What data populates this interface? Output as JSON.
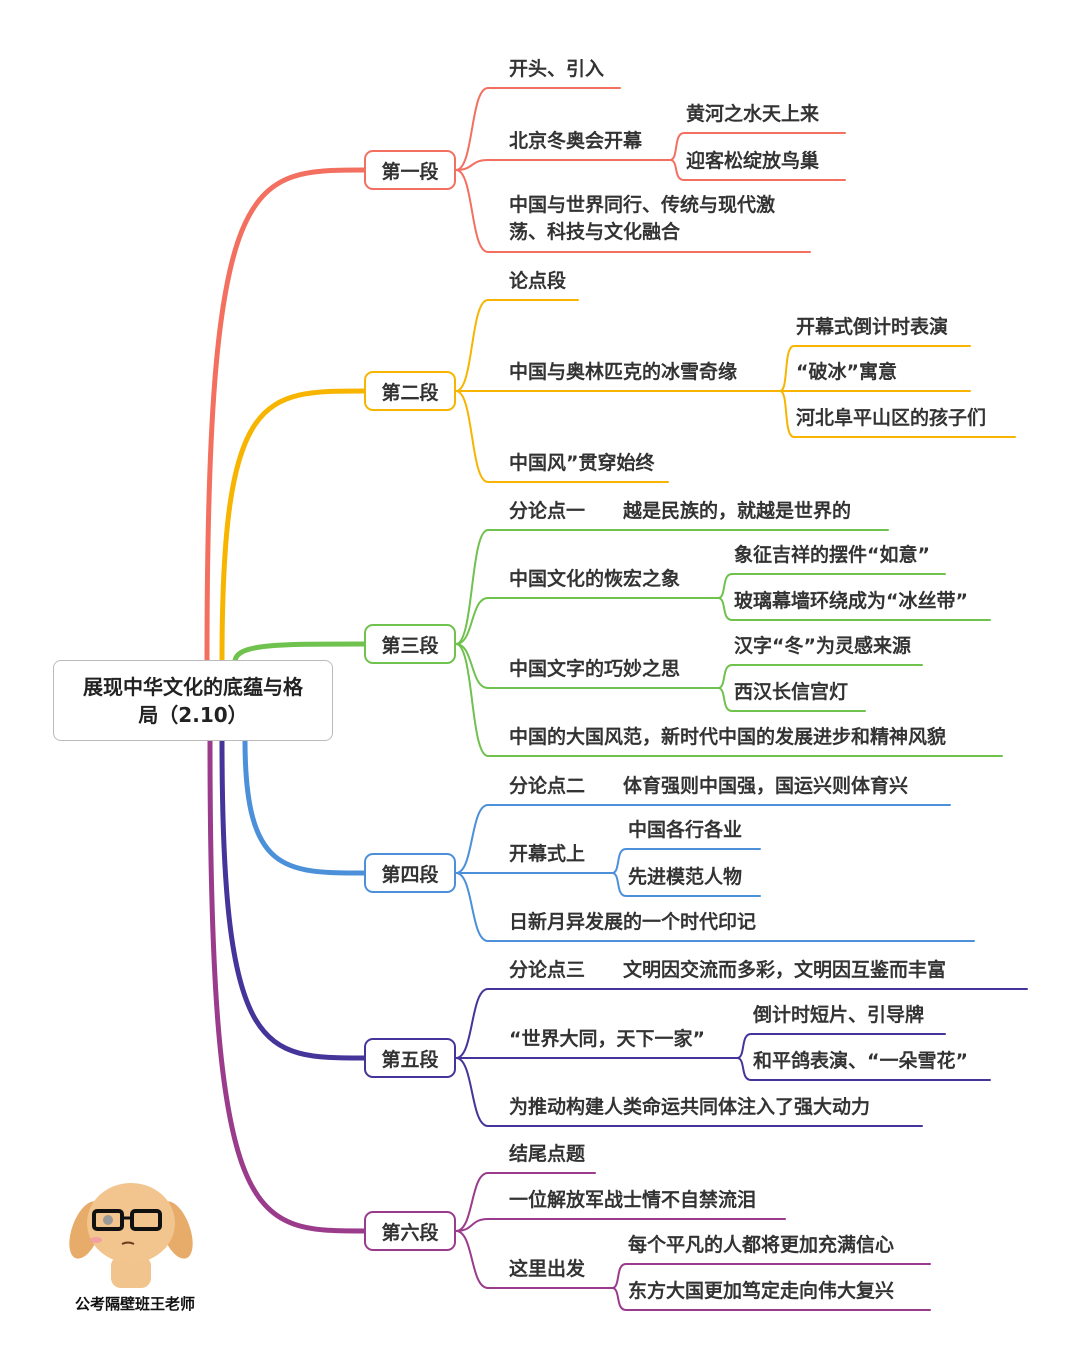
{
  "root": {
    "title": "展现中华文化的底蕴与格局（2.10）"
  },
  "colors": [
    "#f36f5f",
    "#f7b500",
    "#6fc24d",
    "#4c90da",
    "#45349a",
    "#9a3b8c"
  ],
  "sections": [
    {
      "label": "第一段",
      "children": [
        {
          "text": "开头、引入"
        },
        {
          "text": "北京冬奥会开幕",
          "children": [
            "黄河之水天上来",
            "迎客松绽放鸟巢"
          ]
        },
        {
          "text": "中国与世界同行、传统与现代激",
          "text2": "荡、科技与文化融合"
        }
      ]
    },
    {
      "label": "第二段",
      "children": [
        {
          "text": "论点段"
        },
        {
          "text": "中国与奥林匹克的冰雪奇缘",
          "children": [
            "开幕式倒计时表演",
            "“破冰”寓意",
            "河北阜平山区的孩子们"
          ]
        },
        {
          "text": "中国风”贯穿始终"
        }
      ]
    },
    {
      "label": "第三段",
      "children": [
        {
          "text": "分论点一　　越是民族的，就越是世界的"
        },
        {
          "text": "中国文化的恢宏之象",
          "children": [
            "象征吉祥的摆件“如意”",
            "玻璃幕墙环绕成为“冰丝带”"
          ]
        },
        {
          "text": "中国文字的巧妙之思",
          "children": [
            "汉字“冬”为灵感来源",
            "西汉长信宫灯"
          ]
        },
        {
          "text": "中国的大国风范，新时代中国的发展进步和精神风貌"
        }
      ]
    },
    {
      "label": "第四段",
      "children": [
        {
          "text": "分论点二　　体育强则中国强，国运兴则体育兴"
        },
        {
          "text": "开幕式上",
          "children": [
            "中国各行各业",
            "先进模范人物"
          ]
        },
        {
          "text": "日新月异发展的一个时代印记"
        }
      ]
    },
    {
      "label": "第五段",
      "children": [
        {
          "text": "分论点三　　文明因交流而多彩，文明因互鉴而丰富"
        },
        {
          "text": "“世界大同，天下一家”",
          "children": [
            "倒计时短片、引导牌",
            "和平鸽表演、“一朵雪花”"
          ]
        },
        {
          "text": "为推动构建人类命运共同体注入了强大动力"
        }
      ]
    },
    {
      "label": "第六段",
      "children": [
        {
          "text": "结尾点题"
        },
        {
          "text": "一位解放军战士情不自禁流泪"
        },
        {
          "text": "这里出发",
          "children": [
            "每个平凡的人都将更加充满信心",
            "东方大国更加笃定走向伟大复兴"
          ]
        }
      ]
    }
  ],
  "watermark": {
    "caption": "公考隔壁班王老师"
  }
}
